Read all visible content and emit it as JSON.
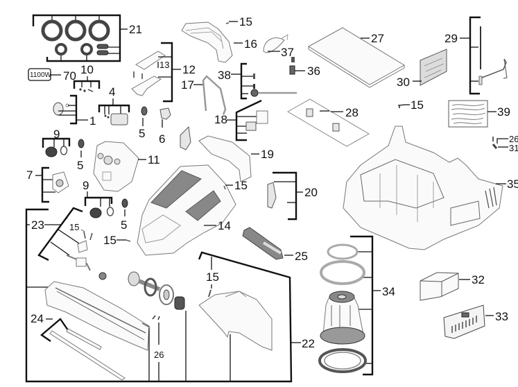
{
  "diagram": {
    "type": "exploded-parts-diagram",
    "subject": "vacuum cleaner assembly",
    "callouts": {
      "c1": "1",
      "c4": "4",
      "c5a": "5",
      "c5b": "5",
      "c5c": "5",
      "c6": "6",
      "c7": "7",
      "c9a": "9",
      "c9b": "9",
      "c10": "10",
      "c11": "11",
      "c12": "12",
      "c13": "13",
      "c14": "14",
      "c15a": "15",
      "c15b": "15",
      "c15c": "15",
      "c15d": "15",
      "c15e": "15",
      "c15f": "15",
      "c16": "16",
      "c17": "17",
      "c18": "18",
      "c19": "19",
      "c20": "20",
      "c21": "21",
      "c22": "22",
      "c23": "23",
      "c24": "24",
      "c25": "25",
      "c26a": "26",
      "c26b": "26",
      "c27": "27",
      "c28": "28",
      "c29": "29",
      "c30": "30",
      "c31": "31",
      "c32": "32",
      "c33": "33",
      "c34": "34",
      "c35": "35",
      "c36": "36",
      "c37": "37",
      "c38": "38",
      "c39": "39",
      "c70": "70"
    },
    "power_label": "1100W"
  }
}
